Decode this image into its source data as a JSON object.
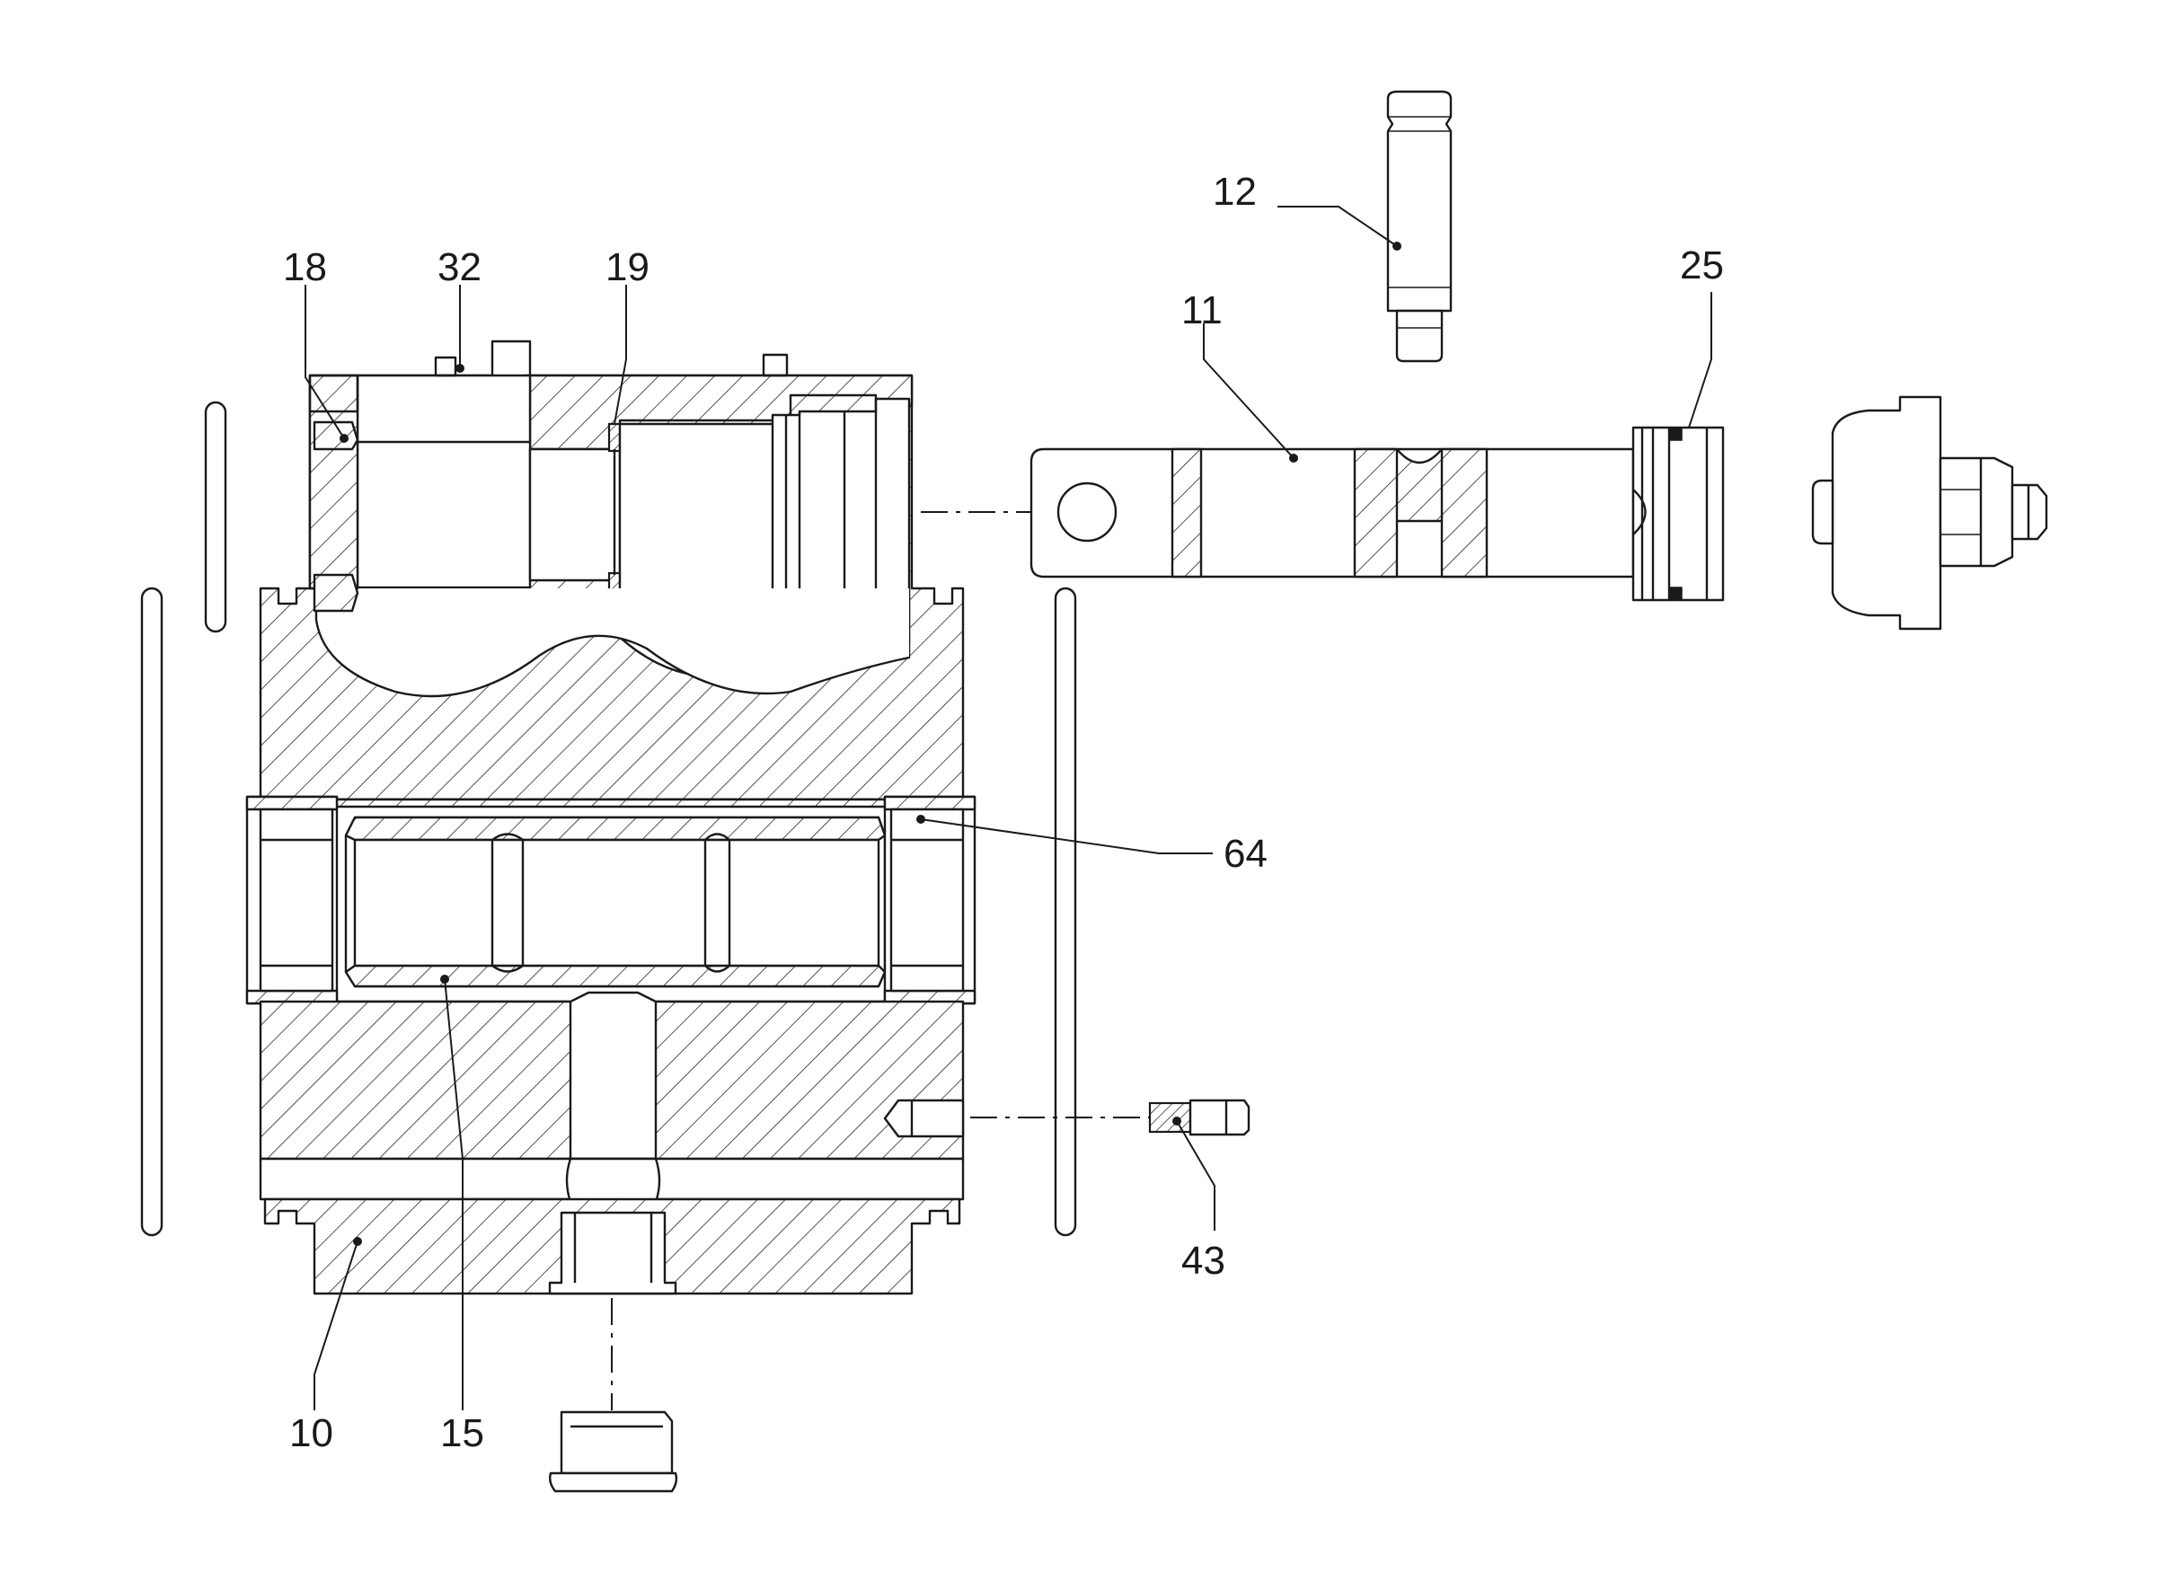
{
  "callouts": {
    "c10": "10",
    "c11": "11",
    "c12": "12",
    "c15": "15",
    "c18": "18",
    "c19": "19",
    "c25": "25",
    "c32": "32",
    "c43": "43",
    "c64": "64"
  },
  "colors": {
    "line": "#1a1a1a",
    "background": "#ffffff"
  }
}
